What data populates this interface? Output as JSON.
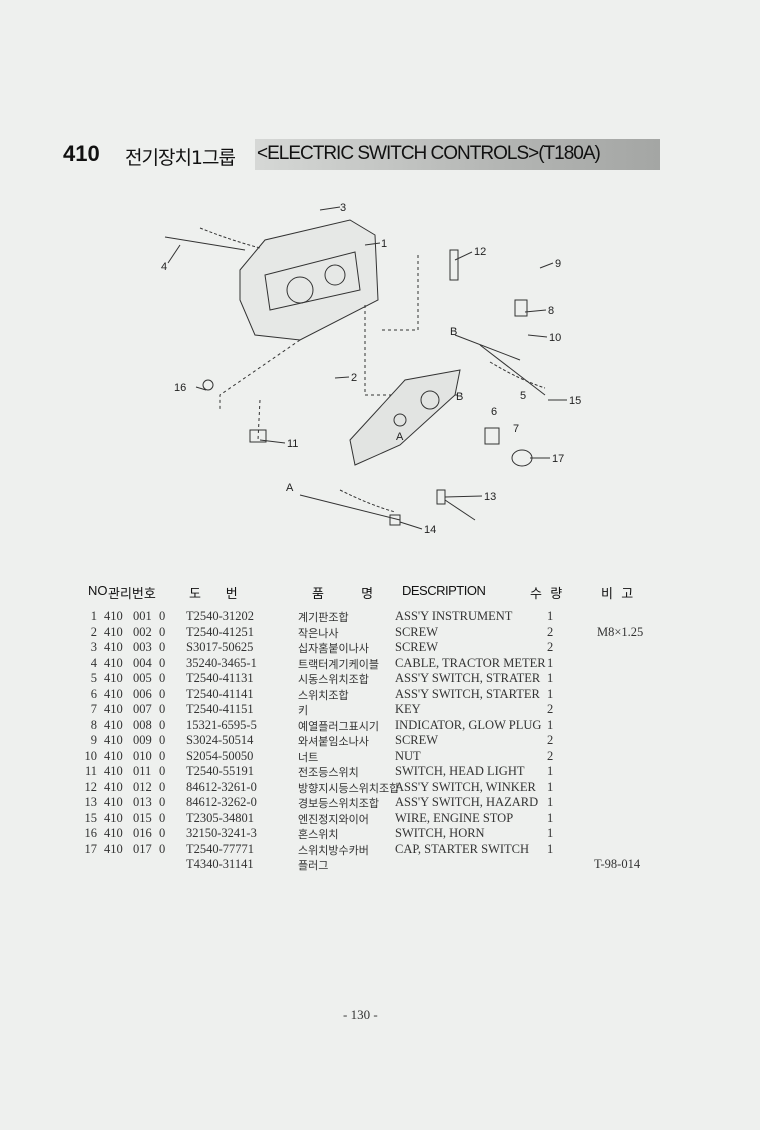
{
  "header": {
    "section_number": "410",
    "title_korean": "전기장치1그룹",
    "title_english": "<ELECTRIC SWITCH CONTROLS>(T180A)"
  },
  "diagram": {
    "callouts": [
      "3",
      "1",
      "12",
      "9",
      "8",
      "10",
      "4",
      "16",
      "2",
      "B",
      "B",
      "5",
      "15",
      "6",
      "7",
      "A",
      "17",
      "11",
      "13",
      "A",
      "14"
    ]
  },
  "table": {
    "columns": {
      "no": "NO",
      "mgmt": "관리번호",
      "drawing": "도      번",
      "name": "품         명",
      "description": "DESCRIPTION",
      "qty": "수  량",
      "remarks": "비  고"
    },
    "rows": [
      {
        "no": "1",
        "a": "410",
        "b": "001",
        "c": "0",
        "part": "T2540-31202",
        "name": "계기판조합",
        "desc": "ASS'Y INSTRUMENT",
        "qty": "1",
        "rem": ""
      },
      {
        "no": "2",
        "a": "410",
        "b": "002",
        "c": "0",
        "part": "T2540-41251",
        "name": "작은나사",
        "desc": "SCREW",
        "qty": "2",
        "rem": "M8×1.25"
      },
      {
        "no": "3",
        "a": "410",
        "b": "003",
        "c": "0",
        "part": "S3017-50625",
        "name": "십자홈붙이나사",
        "desc": "SCREW",
        "qty": "2",
        "rem": ""
      },
      {
        "no": "4",
        "a": "410",
        "b": "004",
        "c": "0",
        "part": "35240-3465-1",
        "name": "트랙터계기케이블",
        "desc": "CABLE, TRACTOR METER",
        "qty": "1",
        "rem": ""
      },
      {
        "no": "5",
        "a": "410",
        "b": "005",
        "c": "0",
        "part": "T2540-41131",
        "name": "시동스위치조합",
        "desc": "ASS'Y SWITCH, STRATER",
        "qty": "1",
        "rem": ""
      },
      {
        "no": "6",
        "a": "410",
        "b": "006",
        "c": "0",
        "part": "T2540-41141",
        "name": "스위치조합",
        "desc": "ASS'Y SWITCH, STARTER",
        "qty": "1",
        "rem": ""
      },
      {
        "no": "7",
        "a": "410",
        "b": "007",
        "c": "0",
        "part": "T2540-41151",
        "name": "키",
        "desc": "KEY",
        "qty": "2",
        "rem": ""
      },
      {
        "no": "8",
        "a": "410",
        "b": "008",
        "c": "0",
        "part": "15321-6595-5",
        "name": "예열플러그표시기",
        "desc": "INDICATOR, GLOW PLUG",
        "qty": "1",
        "rem": ""
      },
      {
        "no": "9",
        "a": "410",
        "b": "009",
        "c": "0",
        "part": "S3024-50514",
        "name": "와셔붙임소나사",
        "desc": "SCREW",
        "qty": "2",
        "rem": ""
      },
      {
        "no": "10",
        "a": "410",
        "b": "010",
        "c": "0",
        "part": "S2054-50050",
        "name": "너트",
        "desc": "NUT",
        "qty": "2",
        "rem": ""
      },
      {
        "no": "11",
        "a": "410",
        "b": "011",
        "c": "0",
        "part": "T2540-55191",
        "name": "전조등스위치",
        "desc": "SWITCH, HEAD LIGHT",
        "qty": "1",
        "rem": ""
      },
      {
        "no": "12",
        "a": "410",
        "b": "012",
        "c": "0",
        "part": "84612-3261-0",
        "name": "방향지시등스위치조합",
        "desc": "ASS'Y SWITCH, WINKER",
        "qty": "1",
        "rem": ""
      },
      {
        "no": "13",
        "a": "410",
        "b": "013",
        "c": "0",
        "part": "84612-3262-0",
        "name": "경보등스위치조합",
        "desc": "ASS'Y SWITCH, HAZARD",
        "qty": "1",
        "rem": ""
      },
      {
        "no": "15",
        "a": "410",
        "b": "015",
        "c": "0",
        "part": "T2305-34801",
        "name": "엔진정지와이어",
        "desc": "WIRE, ENGINE STOP",
        "qty": "1",
        "rem": ""
      },
      {
        "no": "16",
        "a": "410",
        "b": "016",
        "c": "0",
        "part": "32150-3241-3",
        "name": "혼스위치",
        "desc": "SWITCH, HORN",
        "qty": "1",
        "rem": ""
      },
      {
        "no": "17",
        "a": "410",
        "b": "017",
        "c": "0",
        "part": "T2540-77771",
        "name": "스위치방수카버",
        "desc": "CAP, STARTER SWITCH",
        "qty": "1",
        "rem": ""
      },
      {
        "no": "",
        "a": "",
        "b": "",
        "c": "",
        "part": "T4340-31141",
        "name": "플러그",
        "desc": "",
        "qty": "",
        "rem": ""
      }
    ]
  },
  "doc_code": "T-98-014",
  "page_number": "- 130 -"
}
